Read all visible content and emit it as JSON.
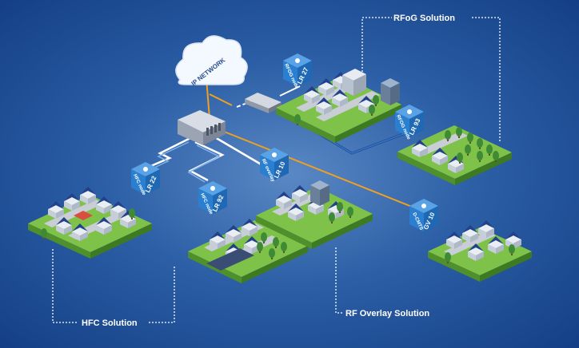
{
  "cloud_label": "IP NETWORK",
  "nodes": [
    {
      "id": "rfog-27",
      "type_label": "RFOG node",
      "model_label": "LR 27"
    },
    {
      "id": "rfog-93",
      "type_label": "RFOG node",
      "model_label": "LR 93"
    },
    {
      "id": "hfc-22",
      "type_label": "HFC node",
      "model_label": "LR 22"
    },
    {
      "id": "rf-10",
      "type_label": "RF overlay",
      "model_label": "LR 10"
    },
    {
      "id": "hfc-92",
      "type_label": "HFC node",
      "model_label": "LR 92"
    },
    {
      "id": "dcmts-10",
      "type_label": "D-CMTS",
      "model_label": "GV 10"
    }
  ],
  "callouts": {
    "rfog": "RFoG Solution",
    "hfc": "HFC Solution",
    "rf_overlay": "RF Overlay Solution"
  },
  "colors": {
    "fiber_orange": "#f0a020",
    "coax_white": "#ffffff",
    "rfog_link": "#1c4f9c",
    "cube_blue": "#2b7fd0",
    "grass": "#7ec24a"
  }
}
